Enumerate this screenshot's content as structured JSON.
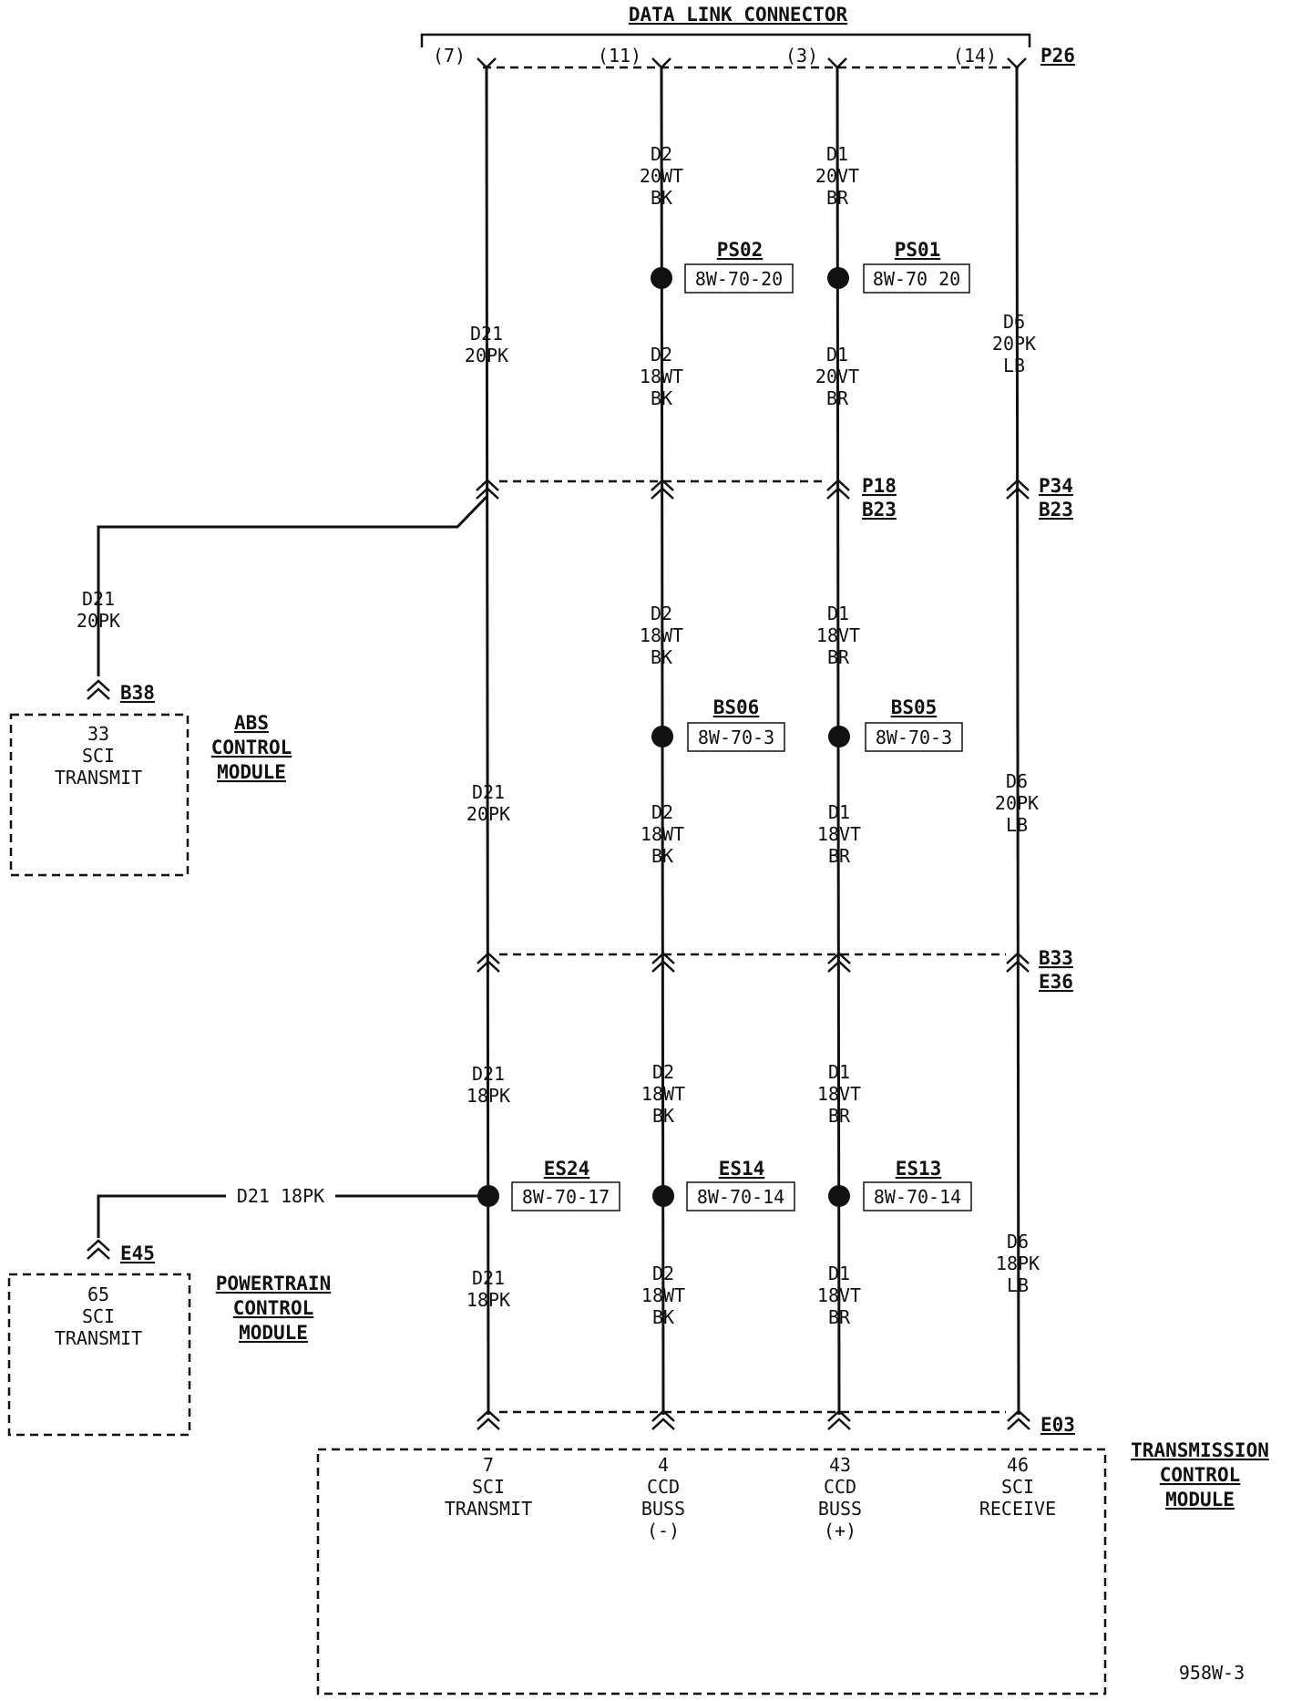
{
  "data_link_connector": {
    "title": "DATA LINK CONNECTOR",
    "id": "P26",
    "pins": [
      "(7)",
      "(11)",
      "(3)",
      "(14)"
    ]
  },
  "connectors": {
    "p18": "P18",
    "b23a": "B23",
    "p34": "P34",
    "b23b": "B23",
    "b33": "B33",
    "e36": "E36",
    "e03": "E03",
    "b38": "B38",
    "e45": "E45"
  },
  "splices": {
    "ps02": {
      "id": "PS02",
      "ref": "8W-70-20"
    },
    "ps01": {
      "id": "PS01",
      "ref": "8W-70 20"
    },
    "bs06": {
      "id": "BS06",
      "ref": "8W-70-3"
    },
    "bs05": {
      "id": "BS05",
      "ref": "8W-70-3"
    },
    "es24": {
      "id": "ES24",
      "ref": "8W-70-17"
    },
    "es14": {
      "id": "ES14",
      "ref": "8W-70-14"
    },
    "es13": {
      "id": "ES13",
      "ref": "8W-70-14"
    }
  },
  "wires": {
    "c2_r1": [
      "D2",
      "20WT",
      "BK"
    ],
    "c3_r1": [
      "D1",
      "20VT",
      "BR"
    ],
    "c1_r2": [
      "D21",
      "20PK"
    ],
    "c2_r2": [
      "D2",
      "18WT",
      "BK"
    ],
    "c3_r2": [
      "D1",
      "20VT",
      "BR"
    ],
    "c4_r2": [
      "D6",
      "20PK",
      "LB"
    ],
    "abs_w": [
      "D21",
      "20PK"
    ],
    "c2_r3": [
      "D2",
      "18WT",
      "BK"
    ],
    "c3_r3": [
      "D1",
      "18VT",
      "BR"
    ],
    "c1_r4": [
      "D21",
      "20PK"
    ],
    "c2_r4": [
      "D2",
      "18WT",
      "BK"
    ],
    "c3_r4": [
      "D1",
      "18VT",
      "BR"
    ],
    "c4_r4": [
      "D6",
      "20PK",
      "LB"
    ],
    "c1_r5": [
      "D21",
      "18PK"
    ],
    "c2_r5": [
      "D2",
      "18WT",
      "BK"
    ],
    "c3_r5": [
      "D1",
      "18VT",
      "BR"
    ],
    "pcm_w": "D21 18PK",
    "c1_r6": [
      "D21",
      "18PK"
    ],
    "c2_r6": [
      "D2",
      "18WT",
      "BK"
    ],
    "c3_r6": [
      "D1",
      "18VT",
      "BR"
    ],
    "c4_r6": [
      "D6",
      "18PK",
      "LB"
    ]
  },
  "abs_module": {
    "title": [
      "ABS",
      "CONTROL",
      "MODULE"
    ],
    "pin": [
      "33",
      "SCI",
      "TRANSMIT"
    ]
  },
  "pcm_module": {
    "title": [
      "POWERTRAIN",
      "CONTROL",
      "MODULE"
    ],
    "pin": [
      "65",
      "SCI",
      "TRANSMIT"
    ]
  },
  "tcm_module": {
    "title": [
      "TRANSMISSION",
      "CONTROL",
      "MODULE"
    ],
    "pins": [
      [
        "7",
        "SCI",
        "TRANSMIT"
      ],
      [
        "4",
        "CCD",
        "BUSS",
        "(-)"
      ],
      [
        "43",
        "CCD",
        "BUSS",
        "(+)"
      ],
      [
        "46",
        "SCI",
        "RECEIVE"
      ]
    ]
  },
  "figure_id": "958W-3"
}
